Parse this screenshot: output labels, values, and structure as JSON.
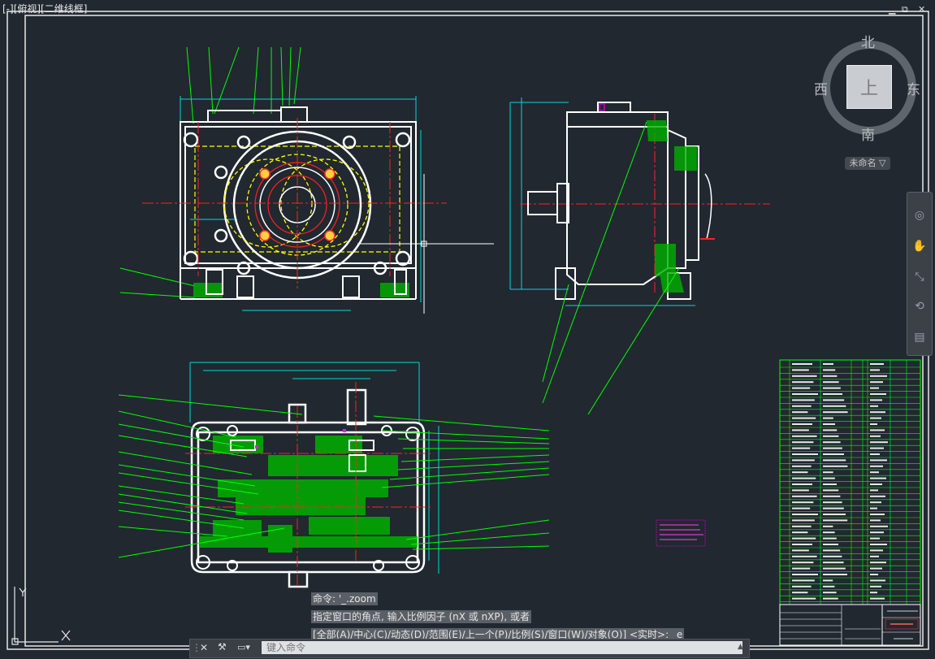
{
  "viewport": {
    "label": "[-][俯视][二维线框]",
    "minimize": "▁",
    "restore": "⧉",
    "close": "✕"
  },
  "viewcube": {
    "north": "北",
    "south": "南",
    "east": "东",
    "west": "西",
    "face": "上",
    "ucs_label": "未命名",
    "ucs_caret": "▽"
  },
  "command": {
    "history": [
      "命令: '_.zoom",
      "指定窗口的角点, 输入比例因子 (nX 或 nXP), 或者",
      "[全部(A)/中心(C)/动态(D)/范围(E)/上一个(P)/比例(S)/窗口(W)/对象(O)] <实时>: _e"
    ],
    "placeholder": "键入命令",
    "close_icon": "✕",
    "wrench_icon": "🔧",
    "prompt_icon": "▭▾"
  },
  "navbar": {
    "icons": [
      "steering-wheel-icon",
      "pan-icon",
      "zoom-icon",
      "orbit-icon",
      "showmotion-icon"
    ]
  },
  "colors": {
    "background": "#212830",
    "outline": "#ffffff",
    "hatch": "#00c000",
    "leader": "#00ff00",
    "center": "#ff2020",
    "hidden": "#ffff00",
    "dimension": "#00d8d8",
    "accent": "#ff00ff"
  }
}
